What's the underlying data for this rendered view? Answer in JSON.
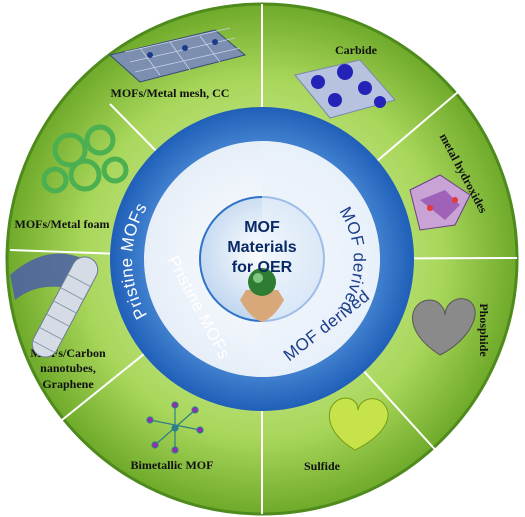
{
  "center": {
    "line1": "MOF",
    "line2": "Materials",
    "line3": "for OER"
  },
  "ring": {
    "left_label": "Pristine MOFs",
    "right_label": "MOF derived"
  },
  "segments_left": {
    "mesh": "MOFs/Metal mesh, CC",
    "foam": "MOFs/Metal foam",
    "carbon_1": "MOFs/Carbon",
    "carbon_2": "nanotubes,",
    "carbon_3": "Graphene",
    "bimetallic": "Bimetallic MOF"
  },
  "segments_right": {
    "carbide": "Carbide",
    "hydroxides": "metal hydroxides",
    "phosphide": "Phosphide",
    "sulfide": "Sulfide"
  },
  "icons": [
    "mesh-mof-illustration",
    "foam-mof-illustration",
    "nanotube-graphene-illustration",
    "bimetallic-mof-illustration",
    "carbide-sphere-illustration",
    "hydroxide-octahedra-illustration",
    "phosphide-heart-illustration",
    "sulfide-heart-illustration",
    "hand-globe-icon"
  ],
  "colors": {
    "outer_green": "#8cc63f",
    "blue_ring": "#2f72c9",
    "white_ring": "#ffffff"
  }
}
